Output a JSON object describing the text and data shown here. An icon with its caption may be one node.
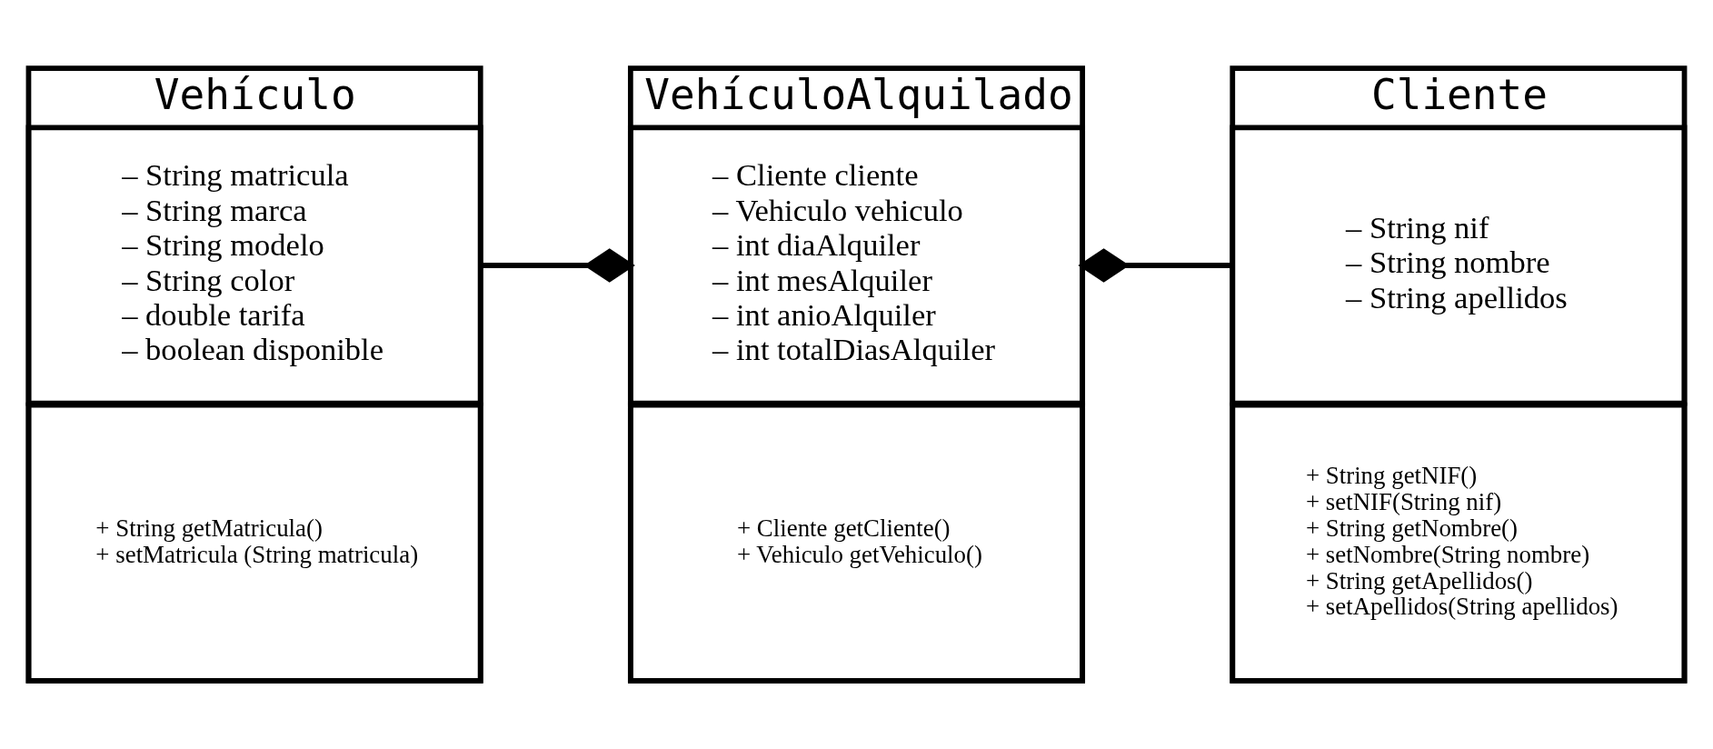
{
  "diagram": {
    "nodes": [
      {
        "text": [
          "Vehículo"
        ]
      },
      {
        "text": [
          "– String matricula",
          "– String marca",
          "– String modelo",
          "– String color",
          "– double tarifa",
          "– boolean disponible"
        ],
        "in": 0
      },
      {
        "text": [
          "+ String getMatricula()",
          "+ setMatricula (String matricula)"
        ],
        "in": 0
      },
      {
        "text": [
          "VehículoAlquilado"
        ]
      },
      {
        "text": [
          "– Cliente cliente",
          "– Vehiculo vehiculo",
          "– int diaAlquiler",
          "– int mesAlquiler",
          "– int anioAlquiler",
          "– int totalDiasAlquiler"
        ],
        "in": 3
      },
      {
        "text": [
          "+ Cliente getCliente()",
          "+ Vehiculo getVehiculo()"
        ],
        "in": 3
      },
      {
        "text": [
          "Cliente"
        ]
      },
      {
        "text": [
          "– String nif",
          "– String nombre",
          "– String apellidos"
        ],
        "in": 6
      },
      {
        "text": [
          "+ String getNIF()",
          "+ setNIF(String nif)",
          "+ String getNombre()",
          "+ setNombre(String nombre)",
          "+ String getApellidos()",
          "+ setApellidos(String apellidos)"
        ],
        "in": 6
      }
    ],
    "edges": [
      {
        "from": 1,
        "to": 4,
        "arrow": "other"
      },
      {
        "from": 4,
        "to": 7,
        "arrow": "other"
      }
    ]
  }
}
